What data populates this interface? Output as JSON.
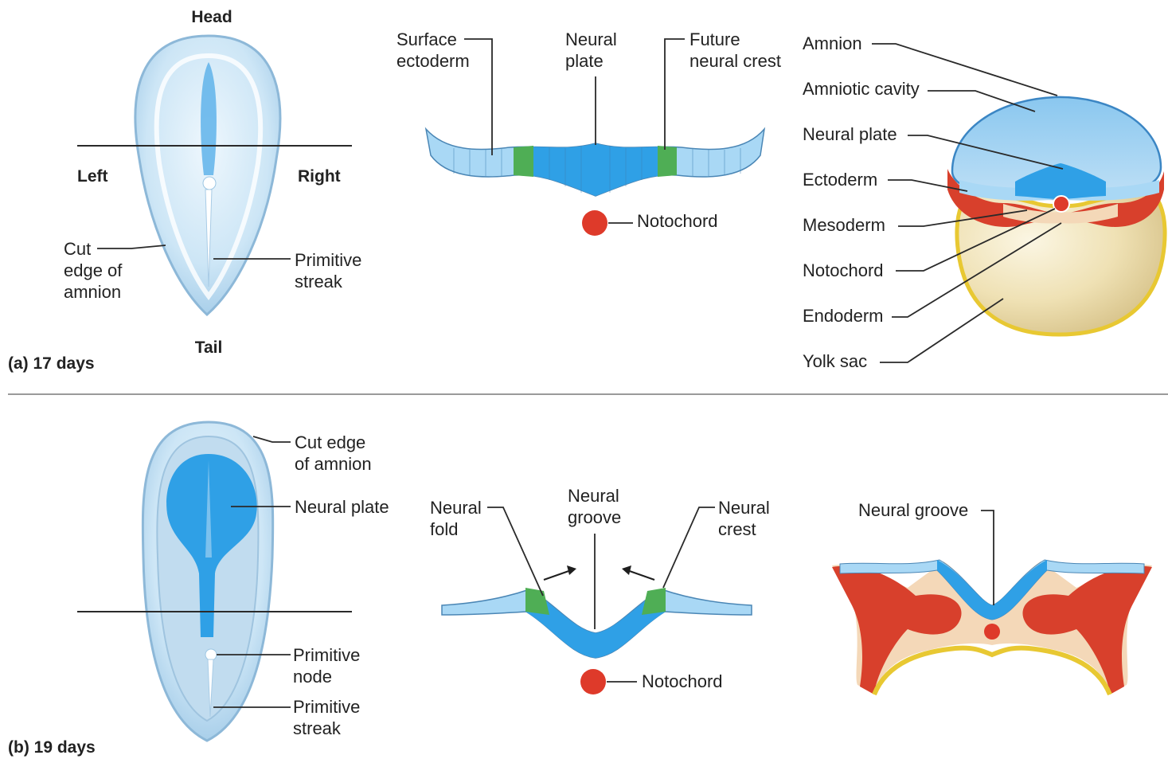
{
  "panel_a": {
    "caption": "(a) 17 days",
    "embryo": {
      "head": "Head",
      "tail": "Tail",
      "left": "Left",
      "right": "Right",
      "cut_edge": [
        "Cut",
        "edge of",
        "amnion"
      ],
      "primitive_streak": [
        "Primitive",
        "streak"
      ]
    },
    "section": {
      "surface_ectoderm": [
        "Surface",
        "ectoderm"
      ],
      "neural_plate": [
        "Neural",
        "plate"
      ],
      "future_neural_crest": [
        "Future",
        "neural crest"
      ],
      "notochord": "Notochord"
    },
    "cross_section": {
      "amnion": "Amnion",
      "amniotic_cavity": "Amniotic cavity",
      "neural_plate": "Neural plate",
      "ectoderm": "Ectoderm",
      "mesoderm": "Mesoderm",
      "notochord": "Notochord",
      "endoderm": "Endoderm",
      "yolk_sac": "Yolk sac"
    }
  },
  "panel_b": {
    "caption": "(b) 19 days",
    "embryo": {
      "cut_edge": [
        "Cut edge",
        "of amnion"
      ],
      "neural_plate": "Neural plate",
      "primitive_node": [
        "Primitive",
        "node"
      ],
      "primitive_streak": [
        "Primitive",
        "streak"
      ]
    },
    "section": {
      "neural_fold": [
        "Neural",
        "fold"
      ],
      "neural_groove": [
        "Neural",
        "groove"
      ],
      "neural_crest": [
        "Neural",
        "crest"
      ],
      "notochord": "Notochord"
    },
    "cross_section": {
      "neural_groove": "Neural groove"
    }
  },
  "colors": {
    "neural_plate": "#2fa0e6",
    "surface_ectoderm": "#a9d8f5",
    "neural_crest": "#4fae55",
    "notochord": "#de3a2a",
    "mesoderm": "#d8402c",
    "endoderm": "#e8c832",
    "yolk": "#f3e9c4",
    "amnion": "#6fb8ea",
    "mesenchyme": "#f4d8b8"
  }
}
